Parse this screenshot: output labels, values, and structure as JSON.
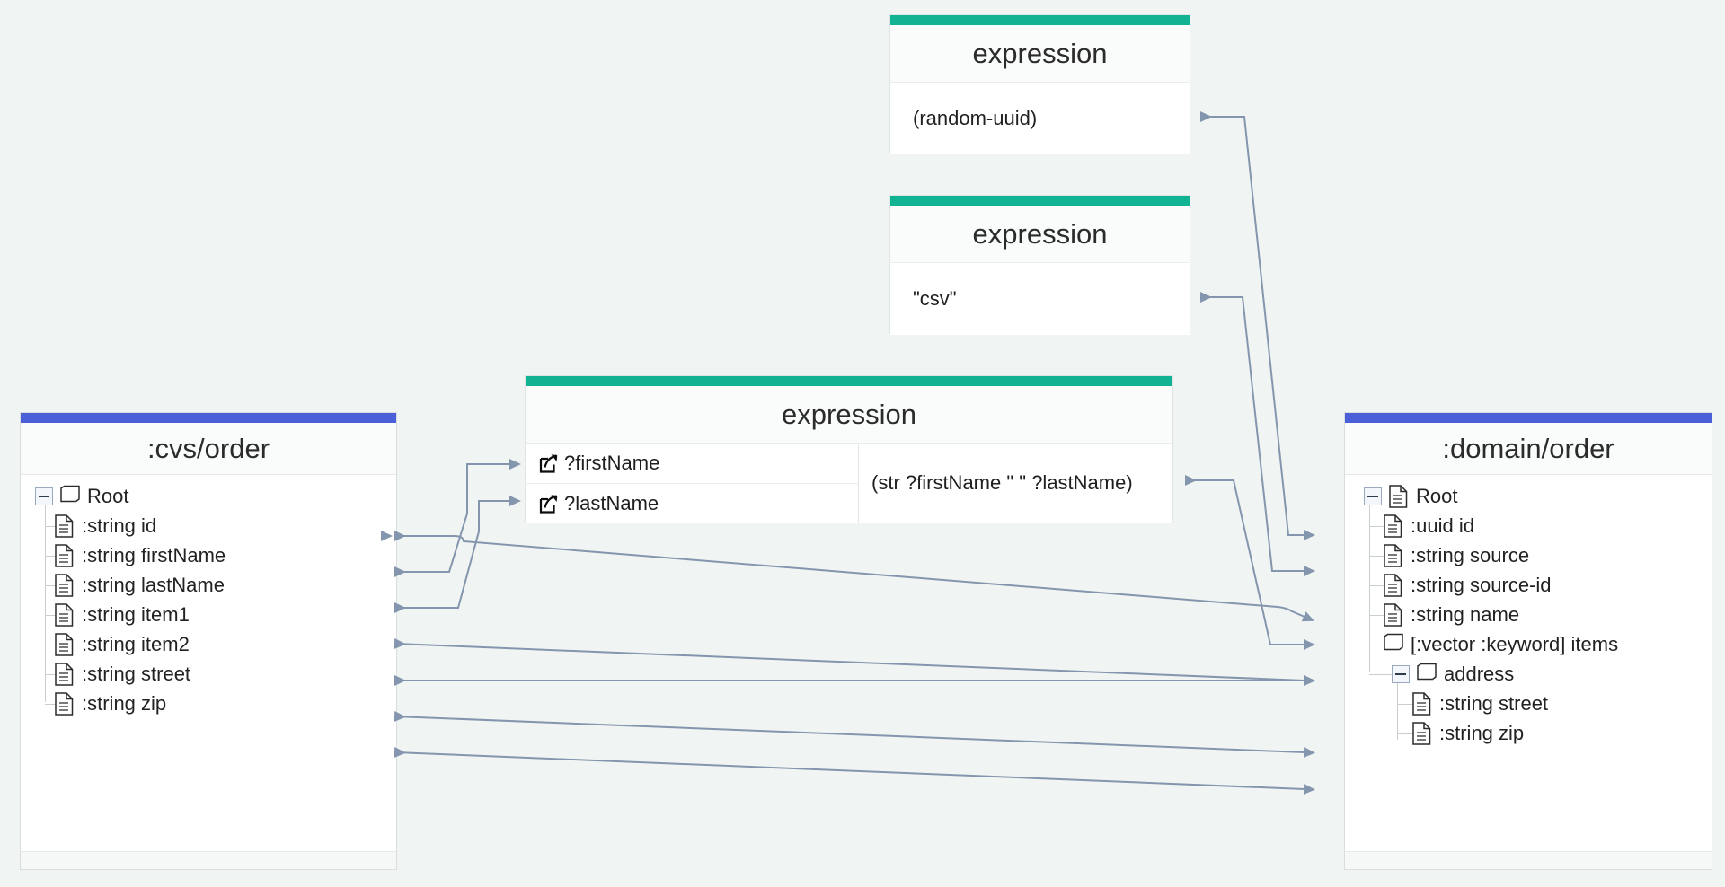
{
  "canvas": {
    "background": "#f0f4f3"
  },
  "theme": {
    "schema_accent": "#4a5fd8",
    "expression_accent": "#11b392",
    "edge_color": "#8496ad",
    "panel_bg": "#ffffff",
    "header_bg": "#fafbfb"
  },
  "source_panel": {
    "title": ":cvs/order",
    "root": {
      "label": "Root",
      "icon": "folder-icon",
      "toggle": "collapse-toggle"
    },
    "fields": [
      {
        "label": ":string id",
        "icon": "document-icon"
      },
      {
        "label": ":string firstName",
        "icon": "document-icon"
      },
      {
        "label": ":string lastName",
        "icon": "document-icon"
      },
      {
        "label": ":string item1",
        "icon": "document-icon"
      },
      {
        "label": ":string item2",
        "icon": "document-icon"
      },
      {
        "label": ":string street",
        "icon": "document-icon"
      },
      {
        "label": ":string zip",
        "icon": "document-icon"
      }
    ]
  },
  "target_panel": {
    "title": ":domain/order",
    "root": {
      "label": "Root",
      "icon": "document-icon",
      "toggle": "collapse-toggle"
    },
    "fields": [
      {
        "label": ":uuid id",
        "icon": "document-icon",
        "depth": 1
      },
      {
        "label": ":string source",
        "icon": "document-icon",
        "depth": 1
      },
      {
        "label": ":string source-id",
        "icon": "document-icon",
        "depth": 1
      },
      {
        "label": ":string name",
        "icon": "document-icon",
        "depth": 1
      },
      {
        "label": "[:vector :keyword] items",
        "icon": "folder-icon",
        "depth": 1
      },
      {
        "label": "address",
        "icon": "folder-icon",
        "depth": 1,
        "toggle": "collapse-toggle"
      },
      {
        "label": ":string street",
        "icon": "document-icon",
        "depth": 2
      },
      {
        "label": ":string zip",
        "icon": "document-icon",
        "depth": 2
      }
    ]
  },
  "expressions": [
    {
      "id": "expr-random-uuid",
      "title": "expression",
      "formula": "(random-uuid)",
      "inputs": []
    },
    {
      "id": "expr-csv",
      "title": "expression",
      "formula": "\"csv\"",
      "inputs": []
    },
    {
      "id": "expr-str-name",
      "title": "expression",
      "formula": "(str ?firstName \" \" ?lastName)",
      "inputs": [
        {
          "label": "?firstName",
          "icon": "external-link-icon"
        },
        {
          "label": "?lastName",
          "icon": "external-link-icon"
        }
      ]
    }
  ]
}
